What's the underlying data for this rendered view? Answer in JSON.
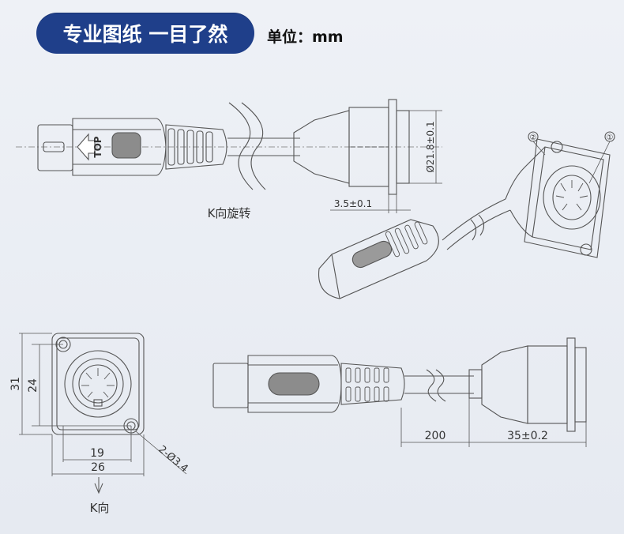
{
  "header": {
    "title": "专业图纸 一目了然",
    "unit": "单位：mm"
  },
  "colors": {
    "badge": "#1f3f8a",
    "line": "#555555",
    "fill": "#9a9a9a"
  },
  "top_view": {
    "arrow_label": "TOP",
    "dim_diameter": "Ø21.8±0.1",
    "dim_offset": "3.5±0.1",
    "caption": "K向旋转"
  },
  "front_view": {
    "dim_height_outer": "31",
    "dim_height_inner": "24",
    "dim_width_inner": "19",
    "dim_width_outer": "26",
    "dim_holes": "2-Ø3.4",
    "caption": "K向"
  },
  "side_view": {
    "dim_cable": "200",
    "dim_flange": "35±0.2"
  },
  "iso_view": {
    "callout_1": "①",
    "callout_2": "②"
  }
}
